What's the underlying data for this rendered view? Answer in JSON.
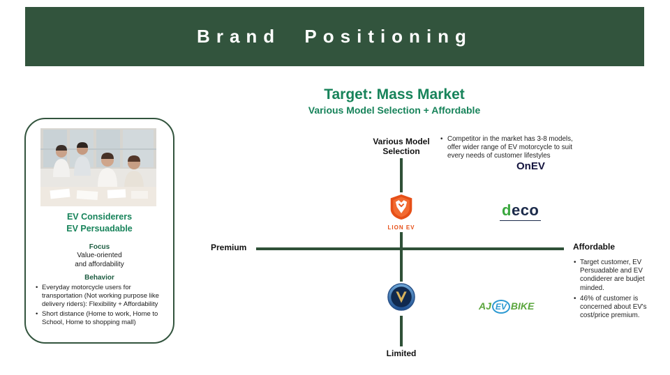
{
  "header": {
    "title": "Brand Positioning"
  },
  "slide": {
    "title": "Target: Mass Market",
    "subtitle": "Various Model Selection + Affordable"
  },
  "persona_card": {
    "segment_line1": "EV Considerers",
    "segment_line2": "EV Persuadable",
    "focus": {
      "label": "Focus",
      "line1": "Value-oriented",
      "line2": "and affordability"
    },
    "behavior": {
      "label": "Behavior",
      "items": [
        "Everyday motorcycle users for transportation (Not working purpose like delivery riders): Flexibility + Affordability",
        "Short distance (Home to work, Home to School, Home to shopping mall)"
      ]
    }
  },
  "matrix": {
    "axis": {
      "top_line1": "Various Model",
      "top_line2": "Selection",
      "bottom": "Limited",
      "left": "Premium",
      "right": "Affordable"
    },
    "notes": {
      "top": "Competitor in the market has 3-8 models, offer wider range of EV motorcycle to suit every needs of customer lifestyles",
      "right_items": [
        "Target customer, EV Persuadable and EV condiderer are budjet minded.",
        "46% of customer is concerned about EV's cost/price premium."
      ]
    },
    "brands": {
      "onev": "OnEV",
      "lionev": "LION EV",
      "deco_d": "d",
      "deco_rest": "eco",
      "aj": "AJ",
      "ev": "EV",
      "bike": "BIKE"
    }
  },
  "colors": {
    "header_green": "#32543D",
    "title_green": "#17835A",
    "axis_green": "#2F5138",
    "lion_orange": "#E64F17",
    "deco_green": "#3AA83E",
    "deco_navy": "#1B2A4A",
    "aj_green": "#5AA53C",
    "ev_blue": "#2D9AD2"
  }
}
